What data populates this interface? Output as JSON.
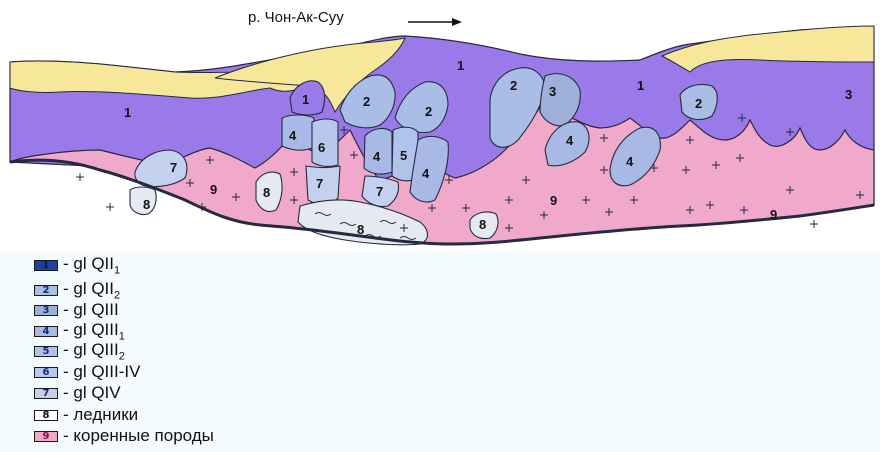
{
  "river": {
    "label": "р. Чон-Ак-Суу",
    "arrow_icon": "arrow-right-icon"
  },
  "colors": {
    "unit1": "#9a7ae8",
    "unit2": "#a9bde6",
    "unit3": "#9fb0d8",
    "unit4": "#a7b9e4",
    "unit5": "#b0c3ea",
    "unit6": "#b7c8ec",
    "unit7": "#c3d1ee",
    "glacier": "#e4eaf0",
    "bedrock": "#f1a9cb",
    "sand": "#f7e79a",
    "outline": "#262a40"
  },
  "map_labels": {
    "n1a": "1",
    "n1b": "1",
    "n1c": "1",
    "n1d": "1",
    "n2a": "2",
    "n2b": "2",
    "n2c": "2",
    "n2d": "2",
    "n3a": "3",
    "n3b": "3",
    "n4a": "4",
    "n4b": "4",
    "n4c": "4",
    "n4d": "4",
    "n4e": "4",
    "n5": "5",
    "n6": "6",
    "n7a": "7",
    "n7b": "7",
    "n7c": "7",
    "n8a": "8",
    "n8b": "8",
    "n8c": "8",
    "n8d": "8",
    "n9a": "9",
    "n9b": "9",
    "n9c": "9"
  },
  "legend": [
    {
      "num": "1",
      "text": "- gl QII",
      "sub": "1",
      "color": "#1f3f9e",
      "numColor": "#0a1a55"
    },
    {
      "num": "2",
      "text": "- gl QII",
      "sub": "2",
      "color": "#a9bde6",
      "numColor": "#1a2a70"
    },
    {
      "num": "3",
      "text": "- gl QIII",
      "sub": "",
      "color": "#9fb0d8",
      "numColor": "#1a2a70"
    },
    {
      "num": "4",
      "text": "- gl QIII",
      "sub": "1",
      "color": "#a7b9e4",
      "numColor": "#1a2a70"
    },
    {
      "num": "5",
      "text": "- gl QIII",
      "sub": "2",
      "color": "#b0c3ea",
      "numColor": "#1a2a70"
    },
    {
      "num": "6",
      "text": "- gl QIII-IV",
      "sub": "",
      "color": "#b7c8ec",
      "numColor": "#1a2a70"
    },
    {
      "num": "7",
      "text": "- gl QIV",
      "sub": "",
      "color": "#c3d1ee",
      "numColor": "#1a2a70"
    },
    {
      "num": "8",
      "text": "- ледники",
      "sub": "",
      "color": "#ffffff",
      "numColor": "#111111"
    },
    {
      "num": "9",
      "text": "- коренные породы",
      "sub": "",
      "color": "#f1a9cb",
      "numColor": "#8a1050"
    }
  ]
}
